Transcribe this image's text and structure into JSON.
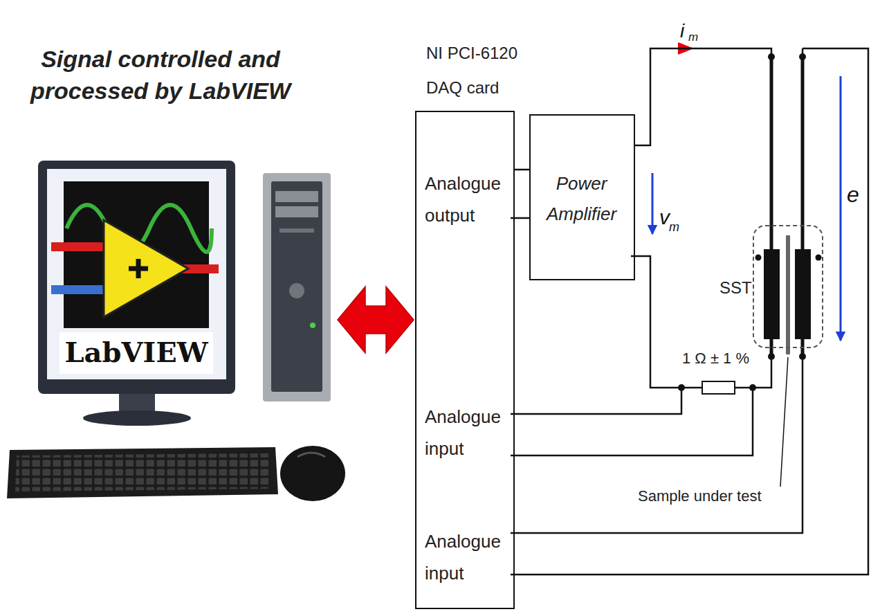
{
  "diagram": {
    "nodes": [
      {
        "text": [
          "Signal controlled and processed by LabVIEW",
          "LabVIEW"
        ]
      },
      {
        "text": [
          "NI PCI-6120 DAQ card",
          "Analogue output",
          "Analogue input",
          "Analogue input"
        ]
      },
      {
        "text": [
          "Power Amplifier"
        ]
      },
      {
        "text": [
          "SST"
        ]
      }
    ],
    "edges": [
      {
        "from": 0,
        "to": 1,
        "arrow": "both"
      },
      {
        "from": 1,
        "to": 2,
        "arrow": "none"
      },
      {
        "from": 2,
        "to": 3,
        "arrow": "none"
      }
    ],
    "labels": [
      "i",
      "m",
      "v",
      "m",
      "e",
      "1 Ω ± 1 %",
      "Sample under test"
    ]
  }
}
